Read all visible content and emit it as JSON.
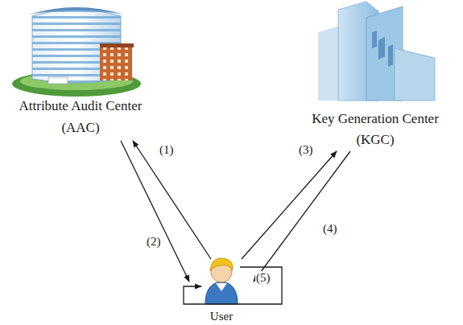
{
  "diagram": {
    "nodes": [
      {
        "text": [
          "Attribute Audit Center",
          "(AAC)"
        ]
      },
      {
        "text": [
          "Key Generation Center",
          "(KGC)"
        ]
      },
      {
        "text": [
          "User"
        ]
      }
    ],
    "edges": [
      {
        "from": 2,
        "to": 0,
        "arrow": "to",
        "label": "(1)"
      },
      {
        "from": 0,
        "to": 2,
        "arrow": "to",
        "label": "(2)"
      },
      {
        "from": 2,
        "to": 1,
        "arrow": "to",
        "label": "(3)"
      },
      {
        "from": 1,
        "to": 2,
        "arrow": "to",
        "label": "(4)"
      },
      {
        "from": 2,
        "to": 2,
        "arrow": "to",
        "label": "(5)"
      }
    ]
  }
}
